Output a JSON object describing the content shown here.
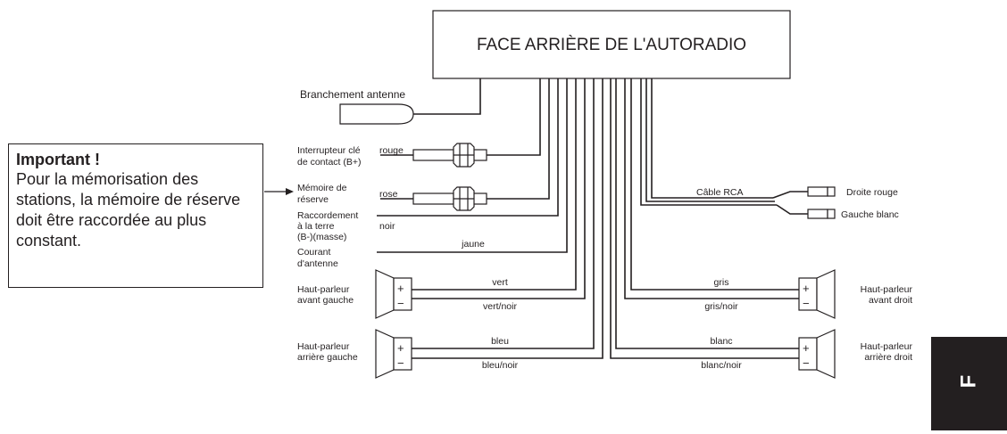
{
  "head_unit": {
    "title": "FACE ARRIÈRE DE L'AUTORADIO"
  },
  "antenna": {
    "label": "Branchement antenne"
  },
  "important": {
    "title": "Important !",
    "body": "Pour la mémorisation des stations, la mémoire de réserve doit être raccordée au plus constant."
  },
  "connections": {
    "ignition": {
      "line1": "Interrupteur clé",
      "line2": "de contact (B+)",
      "wire": "rouge"
    },
    "memory": {
      "line1": "Mémoire de",
      "line2": "réserve",
      "wire": "rose"
    },
    "ground": {
      "line1": "Raccordement",
      "line2": "à la terre",
      "line3": "(B-)(masse)",
      "wire": "noir"
    },
    "antenna_power": {
      "line1": "Courant",
      "line2": "d'antenne",
      "wire": "jaune"
    }
  },
  "rca": {
    "cable": "Câble RCA",
    "right": "Droite rouge",
    "left": "Gauche blanc"
  },
  "speakers": {
    "front_left": {
      "line1": "Haut-parleur",
      "line2": "avant gauche",
      "pos_wire": "vert",
      "neg_wire": "vert/noir"
    },
    "rear_left": {
      "line1": "Haut-parleur",
      "line2": "arrière gauche",
      "pos_wire": "bleu",
      "neg_wire": "bleu/noir"
    },
    "front_right": {
      "line1": "Haut-parleur",
      "line2": "avant droit",
      "pos_wire": "gris",
      "neg_wire": "gris/noir"
    },
    "rear_right": {
      "line1": "Haut-parleur",
      "line2": "arrière droit",
      "pos_wire": "blanc",
      "neg_wire": "blanc/noir"
    }
  },
  "polarity": {
    "plus": "+",
    "minus": "−"
  },
  "section_tab": {
    "letter": "F"
  }
}
